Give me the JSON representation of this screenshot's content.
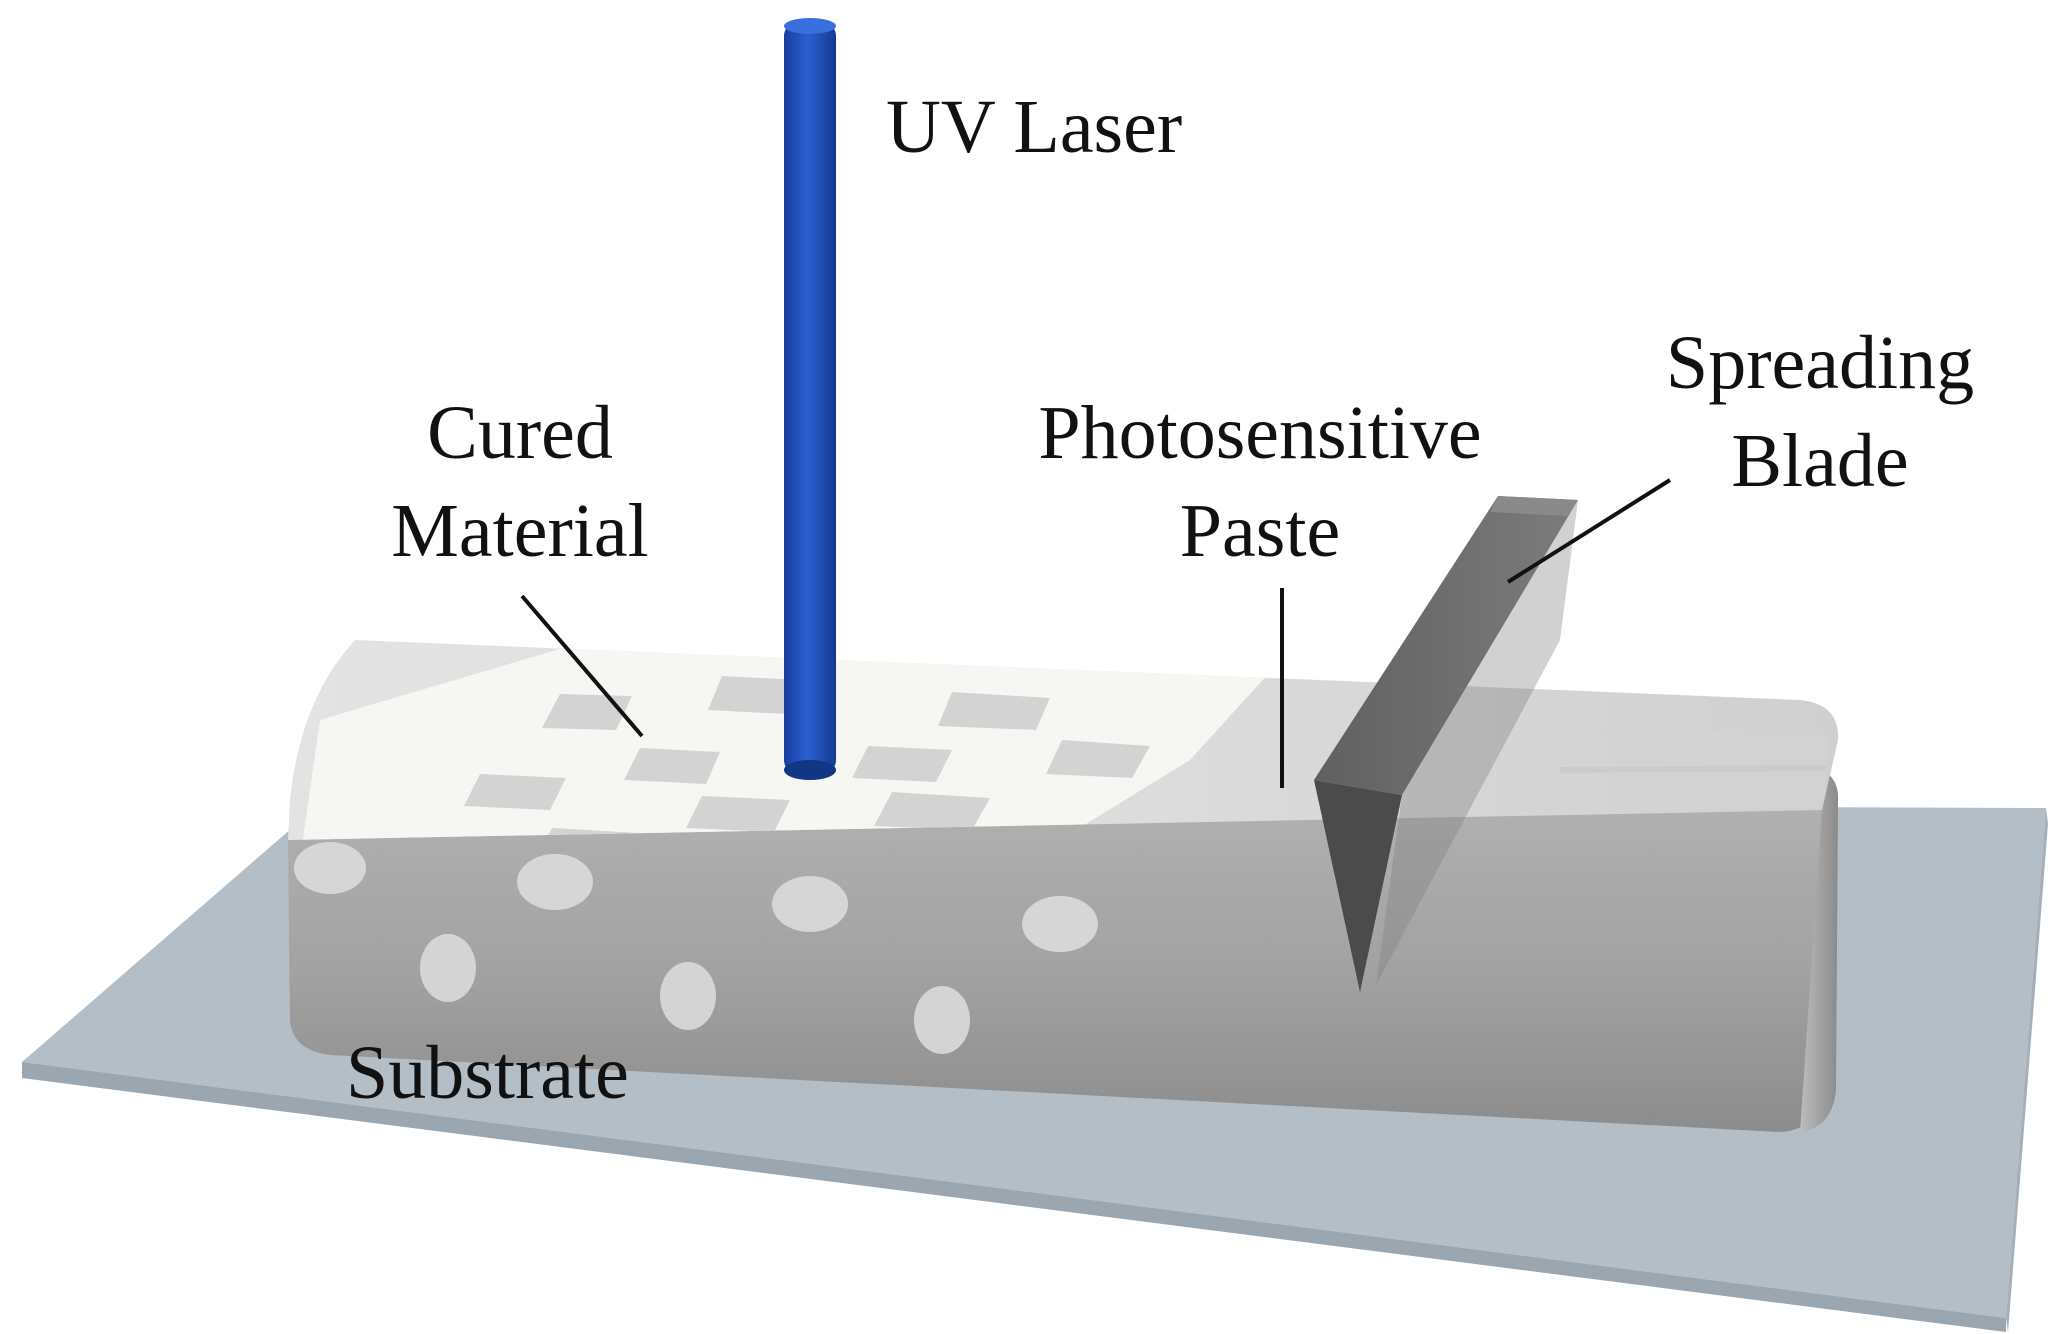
{
  "labels": {
    "uv_laser": "UV Laser",
    "cured_material": [
      "Cured",
      "Material"
    ],
    "photosensitive_paste": [
      "Photosensitive",
      "Paste"
    ],
    "spreading_blade": [
      "Spreading",
      "Blade"
    ],
    "substrate": "Substrate"
  },
  "colors": {
    "laser": "#1f4fb8",
    "substrate": "#b3bec7",
    "paste_top": "#dedede",
    "paste_side": "#9b9b9b",
    "cured_grid": "#f6f6f2",
    "blade_face": "#6b6b6b",
    "blade_front": "#4e4e4e",
    "leader_lines": "#111111"
  },
  "icons": [
    "laser-beam-icon",
    "spreading-blade-icon"
  ]
}
